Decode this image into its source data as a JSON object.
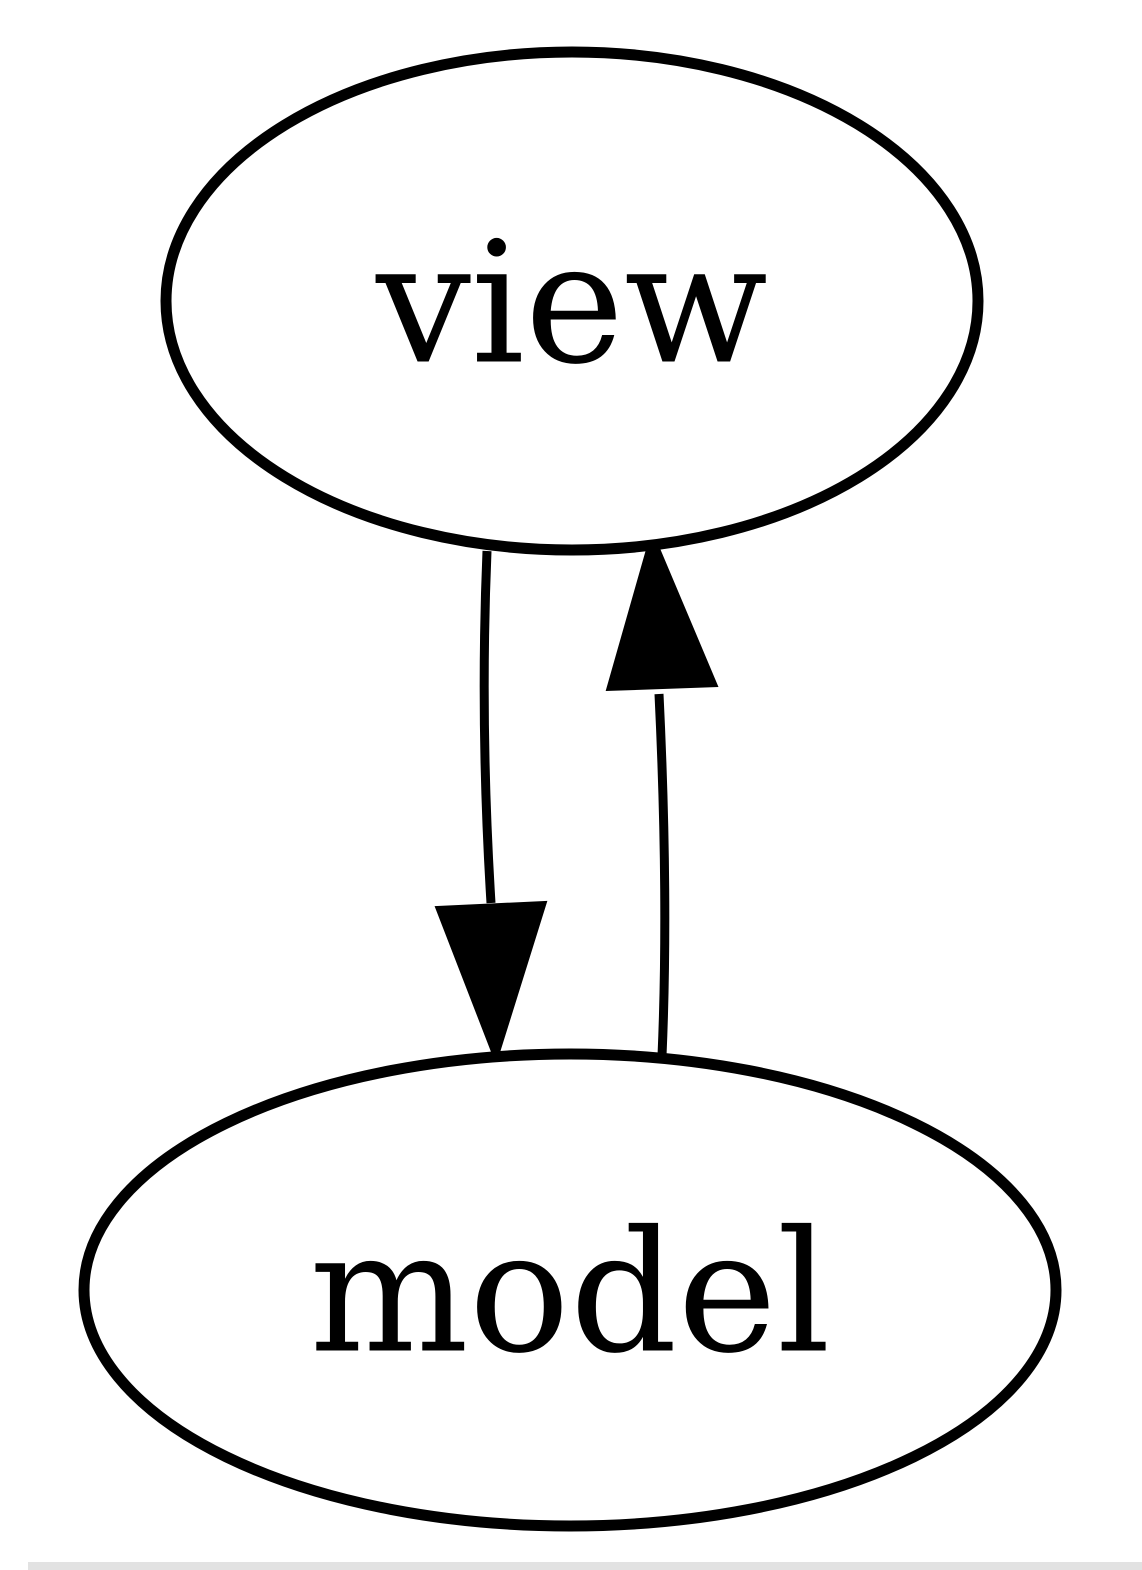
{
  "diagram": {
    "type": "digraph",
    "background": "#ffffff",
    "stroke_color": "#000000",
    "fill_color": "#ffffff",
    "nodes": [
      {
        "id": "view",
        "label": "view",
        "shape": "ellipse"
      },
      {
        "id": "model",
        "label": "model",
        "shape": "ellipse"
      }
    ],
    "edges": [
      {
        "from": "view",
        "to": "model",
        "direction": "down"
      },
      {
        "from": "model",
        "to": "view",
        "direction": "up"
      }
    ]
  }
}
